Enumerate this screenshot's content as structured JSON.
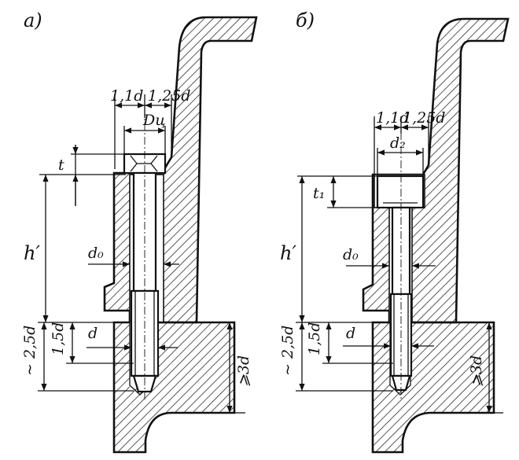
{
  "figures": [
    {
      "label": "а)",
      "dims": {
        "top_left": "1,1d",
        "top_right": "1,25d",
        "head_diameter": "Dц",
        "head_height": "t",
        "length": "h′",
        "hole_diameter": "d₀",
        "thread_diameter": "d",
        "thread_depth": "1,5d",
        "hole_depth": "~ 2,5d",
        "wall": "⩾3d"
      }
    },
    {
      "label": "б)",
      "dims": {
        "top_left": "1,1d",
        "top_right": "1,25d",
        "head_diameter": "d₂",
        "head_height": "t₁",
        "length": "h′",
        "hole_diameter": "d₀",
        "thread_diameter": "d",
        "thread_depth": "1,5d",
        "hole_depth": "~ 2,5d",
        "wall": "⩾3d"
      }
    }
  ]
}
